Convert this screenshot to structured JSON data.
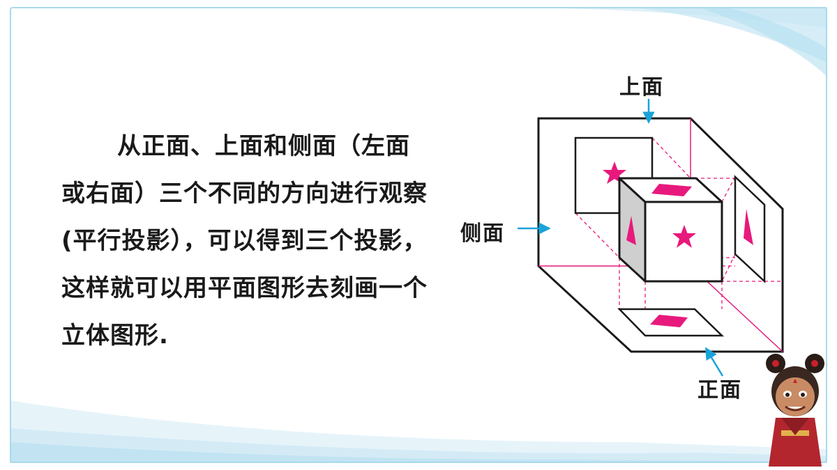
{
  "paragraph": "从正面、上面和侧面（左面或右面）三个不同的方向进行观察(平行投影），可以得到三个投影，这样就可以用平面图形去刻画一个立体图形.",
  "labels": {
    "top": "上面",
    "side": "侧面",
    "front": "正面"
  },
  "colors": {
    "accent_magenta": "#e8197d",
    "arrow_blue": "#1aa3d9",
    "frame_blue": "#a9d9ec"
  },
  "icons": {
    "shape_star": "star-icon",
    "shape_rhombus": "rhombus-icon",
    "shape_triangle": "triangle-icon"
  }
}
